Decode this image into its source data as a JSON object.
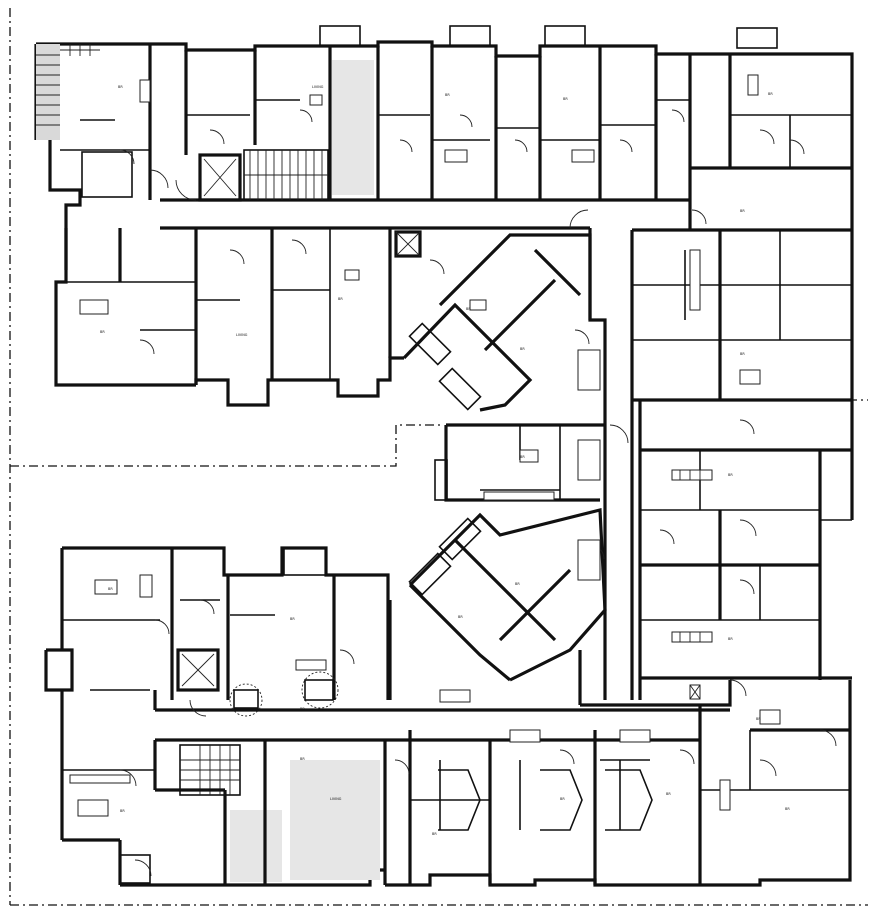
{
  "plan": {
    "room_labels": [
      "BR",
      "LIVING",
      "BR",
      "BR",
      "BR",
      "BR",
      "LIVING",
      "BR",
      "BR",
      "BR",
      "BR",
      "BR",
      "BR",
      "BR",
      "BR",
      "BR",
      "BR",
      "BR",
      "BR",
      "BR",
      "BR",
      "LIVING",
      "BR",
      "BR",
      "BR",
      "BR",
      "BR",
      "BR"
    ]
  }
}
